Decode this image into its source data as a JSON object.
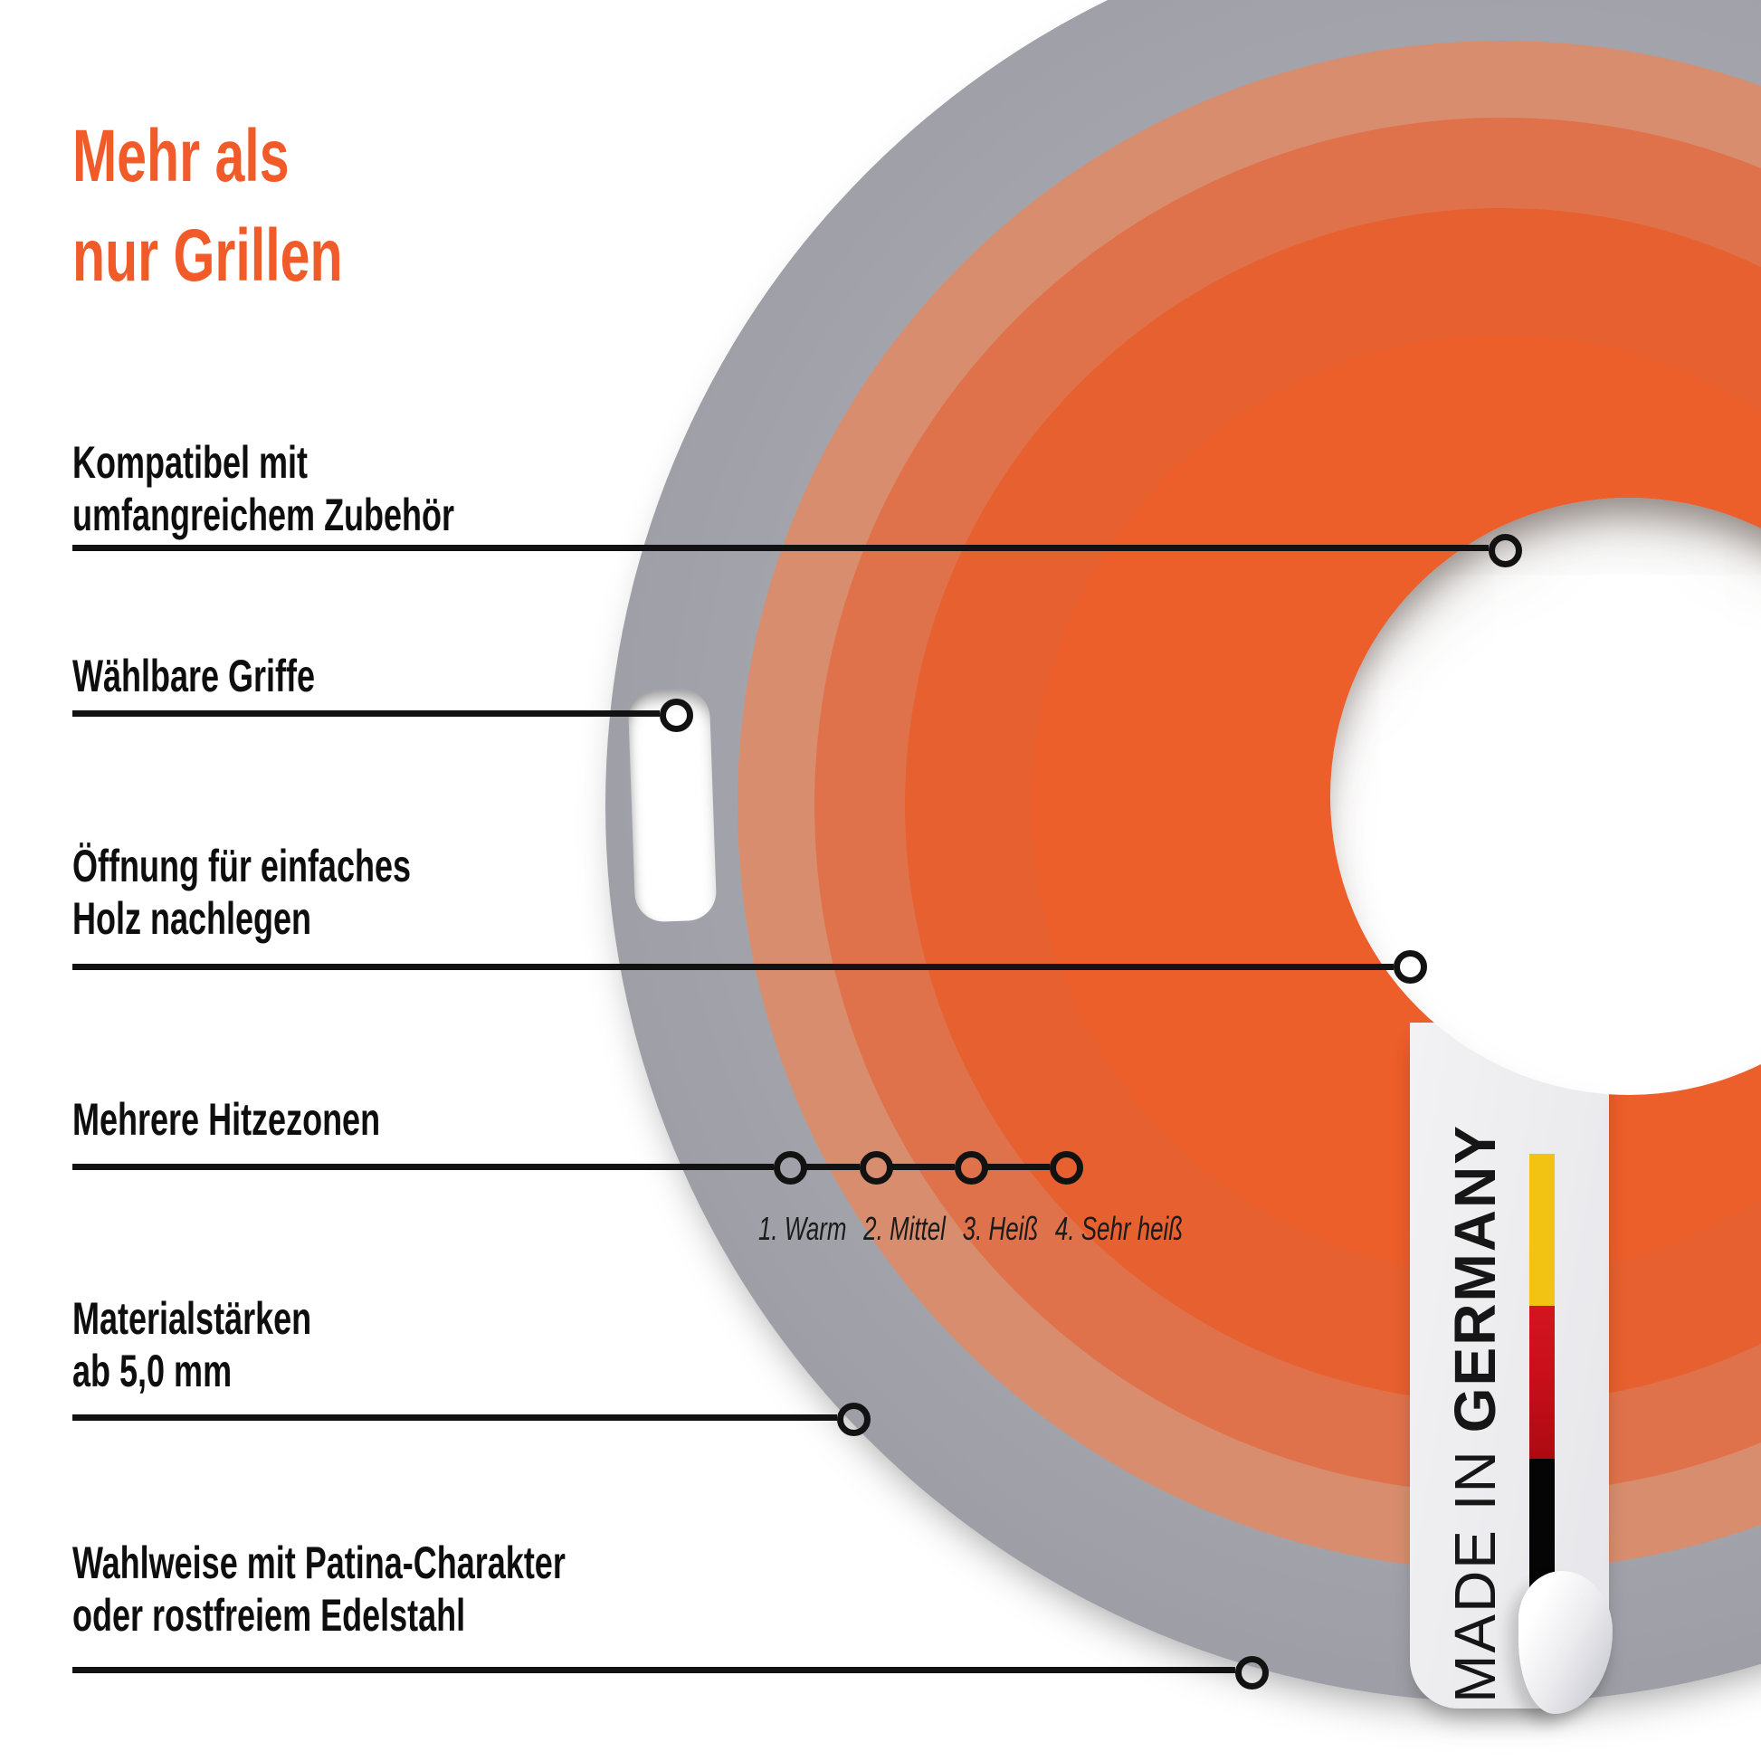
{
  "heading": {
    "line1": "Mehr als",
    "line2": "nur Grillen",
    "color": "#f15a29"
  },
  "features": [
    {
      "line1": "Kompatibel mit",
      "line2": "umfangreichem Zubehör"
    },
    {
      "line1": "Wählbare Griffe",
      "line2": ""
    },
    {
      "line1": "Öffnung für einfaches",
      "line2": "Holz nachlegen"
    },
    {
      "line1": "Mehrere Hitzezonen",
      "line2": ""
    },
    {
      "line1": "Materialstärken",
      "line2": "ab 5,0 mm"
    },
    {
      "line1": "Wahlweise mit Patina-Charakter",
      "line2": "oder rostfreiem Edelstahl"
    }
  ],
  "heat_zones": [
    {
      "label": "1. Warm"
    },
    {
      "label": "2. Mittel"
    },
    {
      "label": "3. Heiß"
    },
    {
      "label": "4. Sehr heiß"
    }
  ],
  "badge": {
    "made_in": "MADE IN",
    "germany": "GERMANY",
    "flag_colors": {
      "gold": "#f3c313",
      "red": "#c90f1a",
      "black": "#050505"
    }
  },
  "plate_colors": {
    "steel": "#9d9da5",
    "zone_mittel": "#d88e6e",
    "zone_heiss": "#e0724b",
    "zone_sehr_heiss": "#e7602f",
    "zone_core": "#ec5e2a",
    "hole": "#ffffff"
  }
}
